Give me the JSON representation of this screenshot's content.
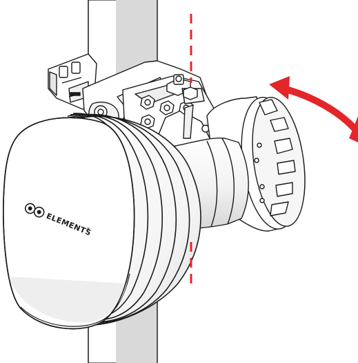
{
  "diagram": {
    "brand_text": "ELEMENTS",
    "brand_mark": "®",
    "components": [
      {
        "id": "mast-pole",
        "icon": "pole-icon"
      },
      {
        "id": "pole-clamp",
        "icon": "clamp-icon"
      },
      {
        "id": "mounting-bracket",
        "icon": "bracket-icon"
      },
      {
        "id": "antenna-dish",
        "icon": "dish-icon"
      },
      {
        "id": "radio-housing",
        "icon": "radio-icon"
      },
      {
        "id": "alignment-axis",
        "icon": "dashed-line-icon"
      },
      {
        "id": "rotation-arrow",
        "icon": "curved-arrow-icon"
      }
    ],
    "colors": {
      "pole_light": "#d9d9d9",
      "outline": "#1a1a1a",
      "body_fill": "#ffffff",
      "shade": "#e6e6e6",
      "accent_red": "#e3262a"
    }
  }
}
